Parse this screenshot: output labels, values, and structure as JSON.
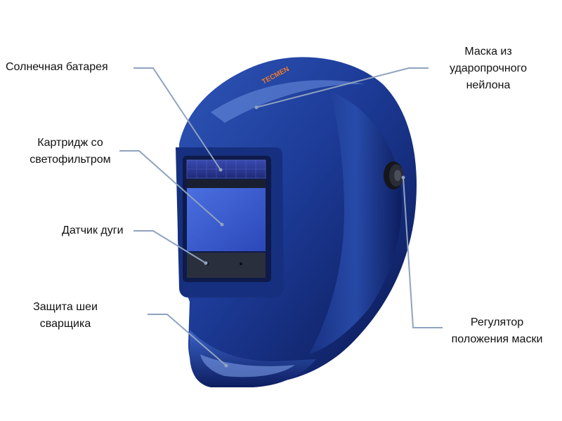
{
  "brand": "TECMEN",
  "colors": {
    "helmet_main": "#1f3f9a",
    "helmet_dark": "#0b1a55",
    "helmet_light": "#5f87d8",
    "leader_line": "#8fa3bf",
    "lens": "#3b5fd6",
    "solar": "#2a3a8f"
  },
  "labels": {
    "solar": {
      "lines": [
        "Солнечная батарея"
      ]
    },
    "cartridge": {
      "lines": [
        "Картридж со",
        "светофильтром"
      ]
    },
    "sensor": {
      "lines": [
        "Датчик дуги"
      ]
    },
    "neck": {
      "lines": [
        "Защита шеи",
        "сварщика"
      ]
    },
    "mask": {
      "lines": [
        "Маска из",
        "ударопрочного",
        "нейлона"
      ]
    },
    "regulator": {
      "lines": [
        "Регулятор",
        "положения маски"
      ]
    }
  }
}
